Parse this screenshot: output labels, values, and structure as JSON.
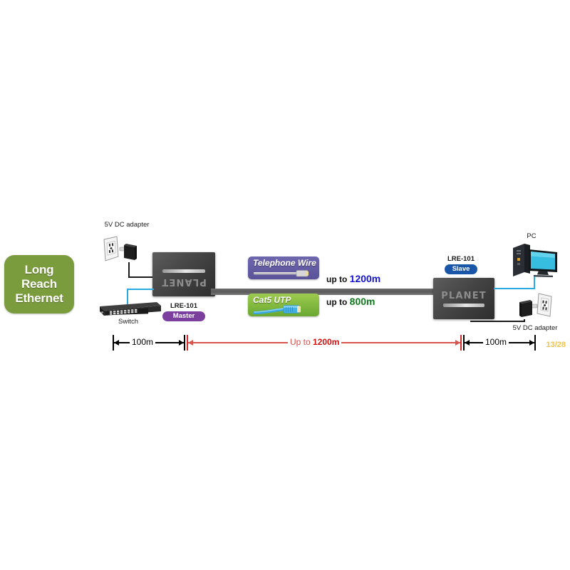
{
  "diagram": {
    "badge": {
      "line1": "Long",
      "line2": "Reach",
      "line3": "Ethernet",
      "color": "#7b9c3d"
    },
    "left_side": {
      "power_label": "5V DC adapter",
      "switch_label": "Switch",
      "device_name": "LRE-101",
      "device_role": "Master",
      "device_role_color": "#7b3f9d",
      "device_logo": "PLANET"
    },
    "right_side": {
      "power_label": "5V DC adapter",
      "pc_label": "PC",
      "device_name": "LRE-101",
      "device_role": "Slave",
      "device_role_color": "#1a56a8",
      "device_logo": "PLANET"
    },
    "media": [
      {
        "name": "Telephone Wire",
        "badge_color": "#5a5399",
        "distance_prefix": "up to ",
        "distance_value": "1200m",
        "distance_color": "#1414d8"
      },
      {
        "name": "Cat5 UTP",
        "badge_color": "#6aa832",
        "distance_prefix": "up to ",
        "distance_value": "800m",
        "distance_color": "#127a1e"
      }
    ],
    "ruler": {
      "left_segment": "100m",
      "middle_prefix": "Up to ",
      "middle_value": "1200m",
      "right_segment": "100m",
      "middle_color": "#d9534f"
    },
    "page_number": "13/28"
  }
}
